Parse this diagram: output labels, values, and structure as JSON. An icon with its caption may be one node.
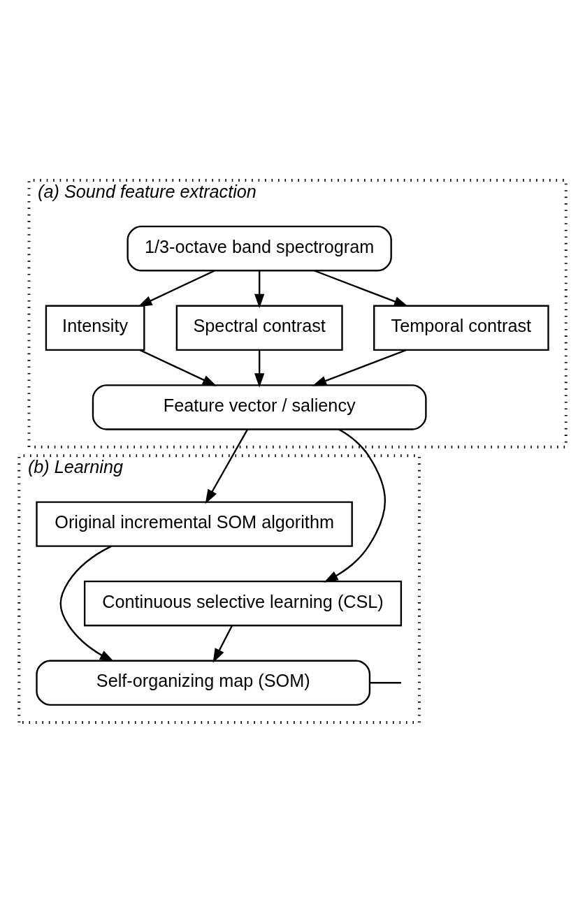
{
  "diagram": {
    "nodes": [
      {
        "text": [
          "(a) Sound feature extraction"
        ]
      },
      {
        "text": [
          "1/3-octave band spectrogram"
        ],
        "in": 0
      },
      {
        "text": [
          "Intensity"
        ],
        "in": 0
      },
      {
        "text": [
          "Spectral contrast"
        ],
        "in": 0
      },
      {
        "text": [
          "Temporal contrast"
        ],
        "in": 0
      },
      {
        "text": [
          "Feature vector / saliency"
        ],
        "in": 0
      },
      {
        "text": [
          "(b) Learning"
        ]
      },
      {
        "text": [
          "Original incremental SOM algorithm"
        ],
        "in": 6
      },
      {
        "text": [
          "Continuous selective learning (CSL)"
        ],
        "in": 6
      },
      {
        "text": [
          "Self-organizing map (SOM)"
        ],
        "in": 6
      }
    ],
    "edges": [
      {
        "from": 1,
        "to": 2,
        "arrow": "to"
      },
      {
        "from": 1,
        "to": 3,
        "arrow": "to"
      },
      {
        "from": 1,
        "to": 4,
        "arrow": "to"
      },
      {
        "from": 2,
        "to": 5,
        "arrow": "to"
      },
      {
        "from": 3,
        "to": 5,
        "arrow": "to"
      },
      {
        "from": 4,
        "to": 5,
        "arrow": "to"
      },
      {
        "from": 5,
        "to": 7,
        "arrow": "to"
      },
      {
        "from": 5,
        "to": 8,
        "arrow": "to"
      },
      {
        "from": 7,
        "to": 9,
        "arrow": "to"
      },
      {
        "from": 8,
        "to": 9,
        "arrow": "to"
      },
      {
        "from": 9,
        "to": null,
        "arrow": "none"
      }
    ]
  }
}
